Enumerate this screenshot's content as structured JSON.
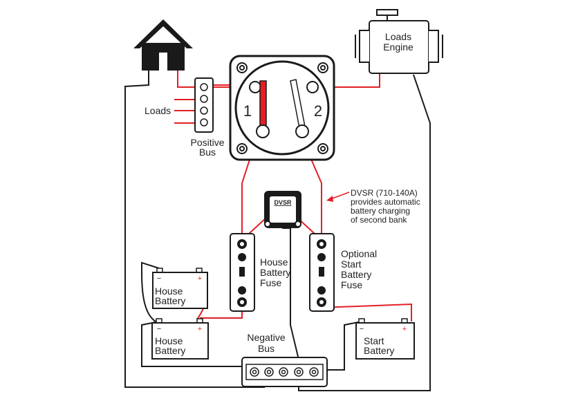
{
  "labels": {
    "house": "",
    "loads_engine": [
      "Loads",
      "Engine"
    ],
    "loads": "Loads",
    "positive_bus": [
      "Positive",
      "Bus"
    ],
    "switch_pos_1": "1",
    "switch_pos_2": "2",
    "dvsr_badge": "DVSR",
    "dvsr_note": [
      "DVSR (710-140A)",
      "provides automatic",
      "battery charging",
      "of second bank"
    ],
    "house_battery_fuse": [
      "House",
      "Battery",
      "Fuse"
    ],
    "optional_start_fuse": [
      "Optional",
      "Start",
      "Battery",
      "Fuse"
    ],
    "house_battery_1": [
      "House",
      "Battery"
    ],
    "house_battery_2": [
      "House",
      "Battery"
    ],
    "start_battery": [
      "Start",
      "Battery"
    ],
    "negative_bus": [
      "Negative",
      "Bus"
    ],
    "plus_sign": "+",
    "minus_sign": "−"
  },
  "colors": {
    "wire_positive": "#e31e24",
    "wire_negative": "#1a1a1a",
    "outline": "#1a1a1a",
    "fill_light": "#ffffff",
    "fill_dark": "#1a1a1a",
    "arrow": "#e31e24"
  }
}
